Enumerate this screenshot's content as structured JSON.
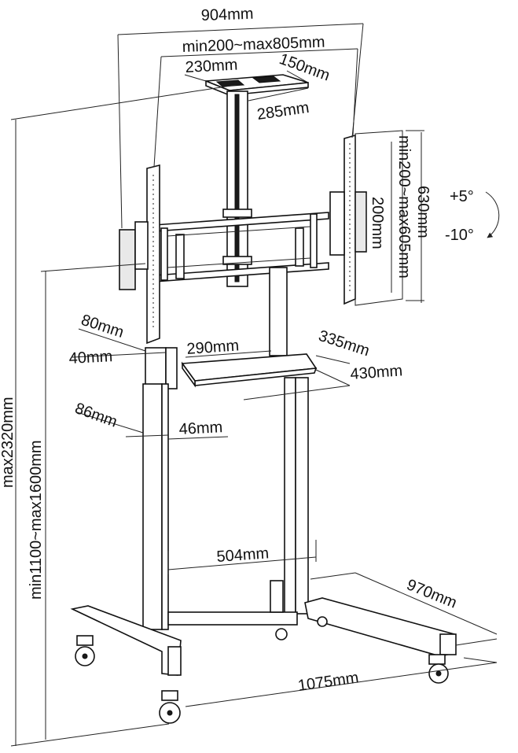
{
  "dimensions": {
    "overall_width": "904mm",
    "vesa_horizontal": "min200~max805mm",
    "top_plate_width": "230mm",
    "top_plate_depth": "150mm",
    "top_plate_length": "285mm",
    "panel_height": "630mm",
    "vesa_vertical": "min200~max605mm",
    "bracket_height": "200mm",
    "column_width": "80mm",
    "column_depth": "40mm",
    "shelf_width": "290mm",
    "shelf_depth": "335mm",
    "shelf_length": "430mm",
    "lower_column_width": "86mm",
    "lower_column_depth": "46mm",
    "column_spacing": "504mm",
    "base_depth": "970mm",
    "base_width": "1075mm",
    "total_height": "max2320mm",
    "height_range": "min1100~max1600mm"
  },
  "tilt": {
    "up": "+5°",
    "down": "-10°"
  }
}
